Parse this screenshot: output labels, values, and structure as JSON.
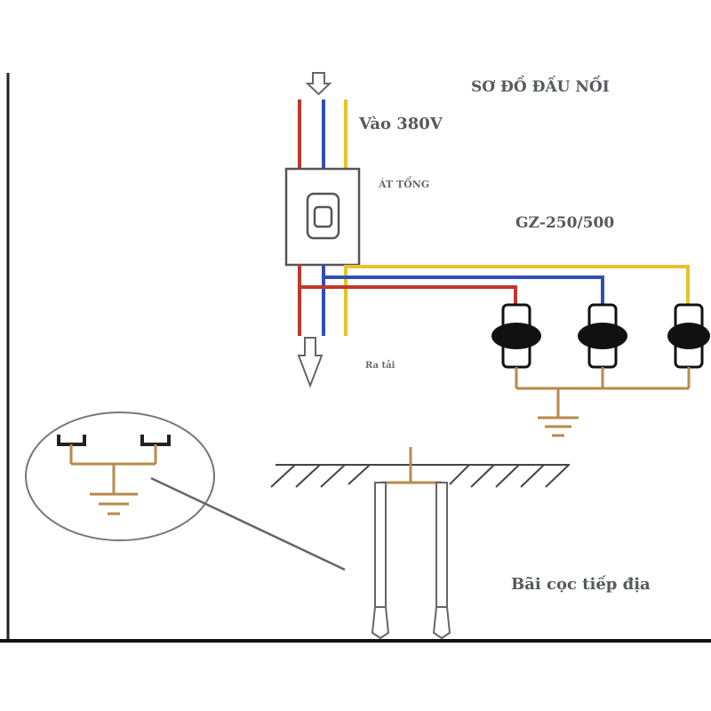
{
  "title": "SƠ ĐỒ ĐẤU NỐI",
  "labels": {
    "input": "Vào 380V",
    "main_breaker": "ÁT TỔNG",
    "arrester_model": "GZ-250/500",
    "output": "Ra tải",
    "ground_rod": "Bãi cọc tiếp địa"
  },
  "wire_colors": {
    "phase_red": "#c0392b",
    "phase_blue": "#2f4fb5",
    "phase_yellow": "#e8c22a",
    "ground_brown": "#b88a4a"
  },
  "arresters": [
    {
      "phase": "red"
    },
    {
      "phase": "blue"
    },
    {
      "phase": "yellow"
    }
  ],
  "icons": {
    "input_arrow": "arrow-down-icon",
    "output_arrow": "arrow-down-icon",
    "ground": "ground-symbol-icon"
  }
}
